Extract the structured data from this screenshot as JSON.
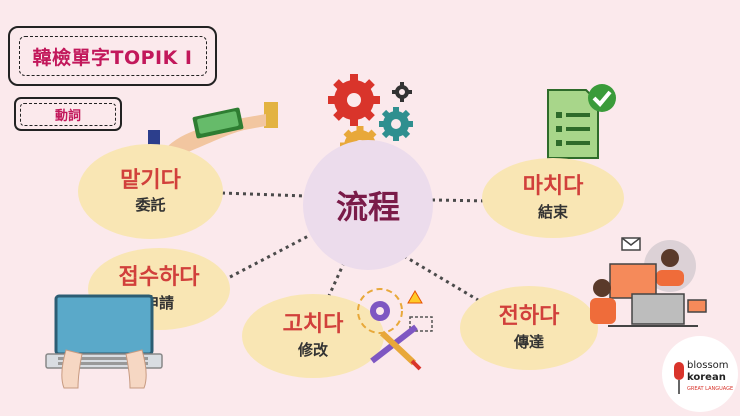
{
  "title": "韓檢單字TOPIK I",
  "tag": "動詞",
  "center": "流程",
  "nodes": [
    {
      "ko": "맡기다",
      "zh": "委託"
    },
    {
      "ko": "마치다",
      "zh": "結束"
    },
    {
      "ko": "접수하다",
      "zh": "申請"
    },
    {
      "ko": "고치다",
      "zh": "修改"
    },
    {
      "ko": "전하다",
      "zh": "傳達"
    }
  ],
  "logo": {
    "line1": "blossom",
    "line2": "korean",
    "line3": "GREAT LANGUAGE"
  },
  "colors": {
    "background": "#fbe9ec",
    "oval": "#f9e6b4",
    "center": "#ecdcec",
    "korean_text": "#d1403b",
    "title_text": "#c2185b"
  }
}
